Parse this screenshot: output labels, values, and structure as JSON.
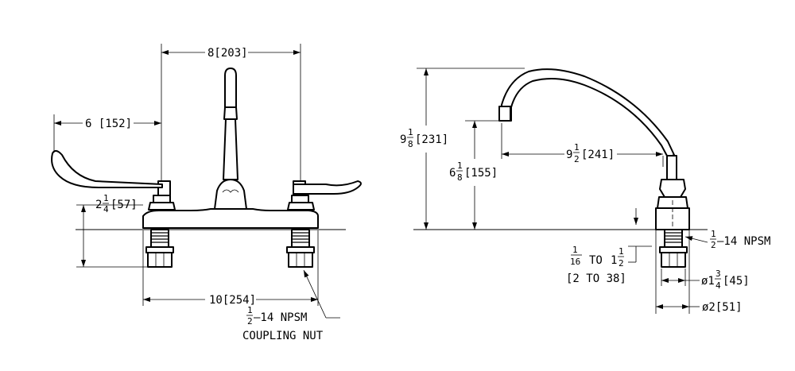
{
  "dims": {
    "top_spacing": "8[203]",
    "handle_length": "6 [152]",
    "shank_height_whole": "2",
    "shank_height_num": "1",
    "shank_height_den": "4",
    "shank_height_mm": "[57]",
    "center_spacing": "10[254]",
    "coupling_whole": "",
    "coupling_num": "1",
    "coupling_den": "2",
    "coupling_thread": "–14 NPSM",
    "coupling_label": "COUPLING NUT",
    "height_whole": "9",
    "height_num": "1",
    "height_den": "8",
    "height_mm": "[231]",
    "spout_height_whole": "6",
    "spout_height_num": "1",
    "spout_height_den": "8",
    "spout_height_mm": "[155]",
    "reach_whole": "9",
    "reach_num": "1",
    "reach_den": "2",
    "reach_mm": "[241]",
    "thread_num": "1",
    "thread_den": "2",
    "thread_label": "–14 NPSM",
    "deck_a_num": "1",
    "deck_a_den": "16",
    "deck_to": "TO",
    "deck_b_whole": "1",
    "deck_b_num": "1",
    "deck_b_den": "2",
    "deck_mm": "[2 TO 38]",
    "dia_small_prefix": "ø1",
    "dia_small_num": "3",
    "dia_small_den": "4",
    "dia_small_mm": "[45]",
    "dia_large": "ø2[51]"
  }
}
